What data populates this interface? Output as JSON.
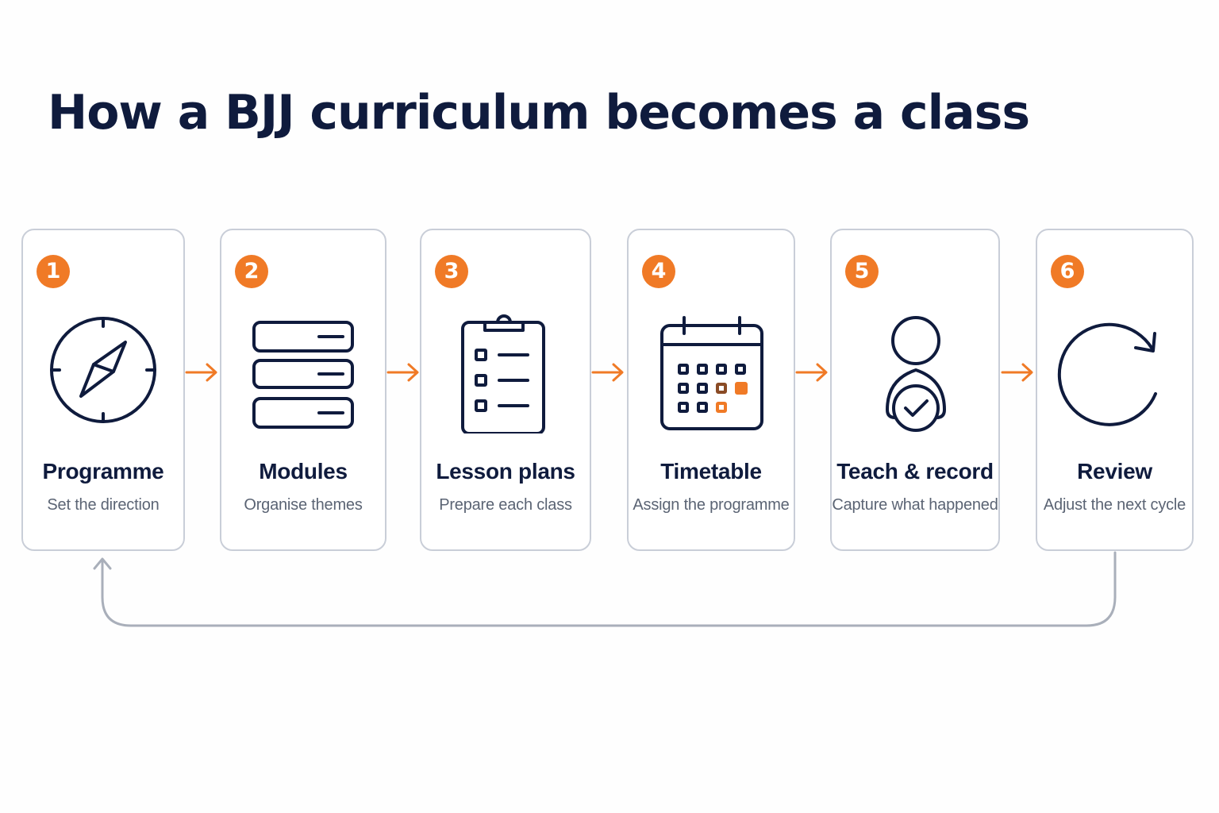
{
  "title": "How a BJJ curriculum becomes a class",
  "colors": {
    "accent": "#f07a26",
    "ink": "#0f1b3d",
    "muted": "#5b6474",
    "border": "#c9ced8"
  },
  "steps": [
    {
      "number": "1",
      "title": "Programme",
      "subtitle": "Set the direction",
      "icon": "compass-icon"
    },
    {
      "number": "2",
      "title": "Modules",
      "subtitle": "Organise themes",
      "icon": "stacked-modules-icon"
    },
    {
      "number": "3",
      "title": "Lesson plans",
      "subtitle": "Prepare each class",
      "icon": "clipboard-checklist-icon"
    },
    {
      "number": "4",
      "title": "Timetable",
      "subtitle": "Assign the programme",
      "icon": "calendar-icon"
    },
    {
      "number": "5",
      "title": "Teach & record",
      "subtitle": "Capture what happened",
      "icon": "person-check-icon"
    },
    {
      "number": "6",
      "title": "Review",
      "subtitle": "Adjust the next cycle",
      "icon": "refresh-cycle-icon"
    }
  ]
}
